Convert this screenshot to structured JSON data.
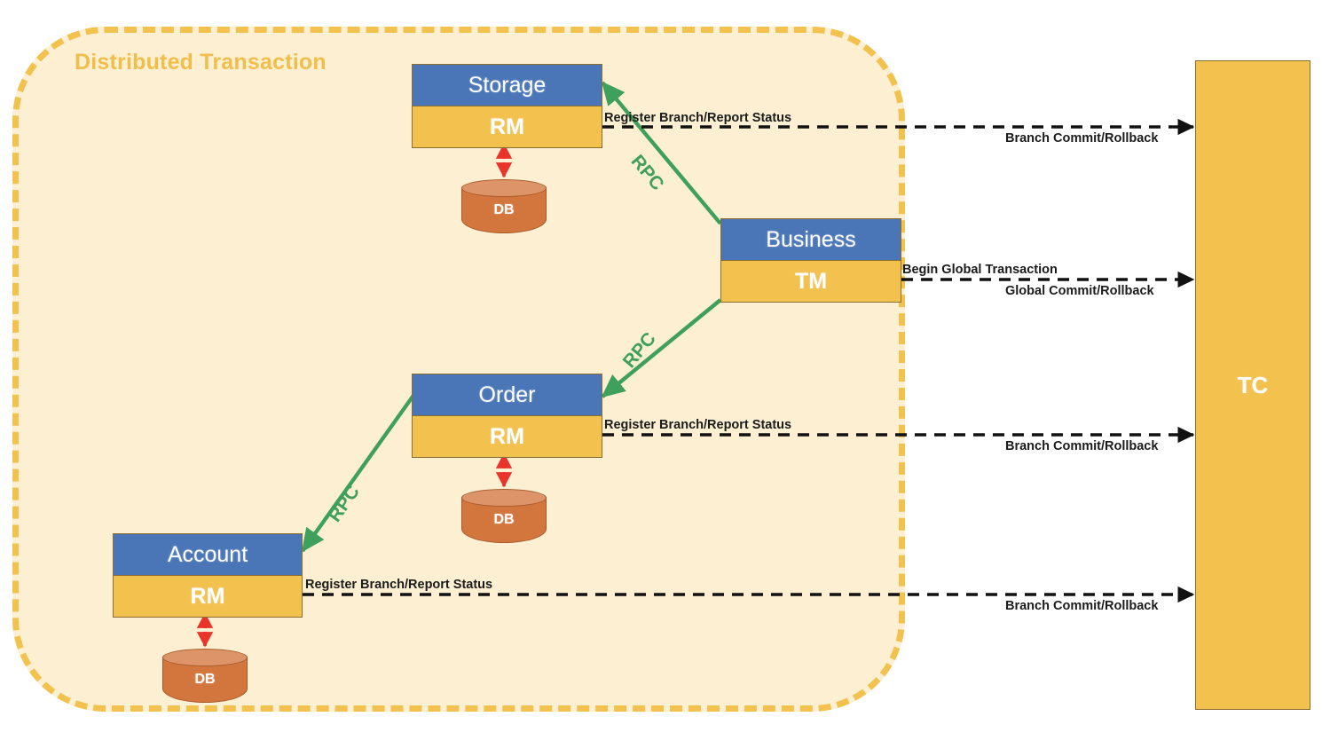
{
  "diagram": {
    "container_title": "Distributed Transaction",
    "colors": {
      "container_fill": "#FCEFD2",
      "container_border": "#F2C14E",
      "title": "#F0BE4B",
      "service_header": "#4A76B8",
      "service_body": "#F2C14E",
      "tc_fill": "#F2C14E",
      "db_fill": "#D3763E",
      "db_top": "#DC9468",
      "rpc_arrow": "#3FA05C",
      "dashed_arrow": "#111111",
      "db_arrow": "#E8342A"
    }
  },
  "services": [
    {
      "name": "Storage",
      "role": "RM",
      "db_label": "DB"
    },
    {
      "name": "Business",
      "role": "TM",
      "db_label": null
    },
    {
      "name": "Order",
      "role": "RM",
      "db_label": "DB"
    },
    {
      "name": "Account",
      "role": "RM",
      "db_label": "DB"
    }
  ],
  "coordinator": {
    "label": "TC"
  },
  "rpc_edges": [
    {
      "label": "RPC",
      "from": "Business",
      "to": "Storage"
    },
    {
      "label": "RPC",
      "from": "Business",
      "to": "Order"
    },
    {
      "label": "RPC",
      "from": "Order",
      "to": "Account"
    }
  ],
  "tc_edges": [
    {
      "service": "Storage",
      "upper_label": "Register Branch/Report Status",
      "lower_label": "Branch Commit/Rollback"
    },
    {
      "service": "Business",
      "upper_label": "Begin Global Transaction",
      "lower_label": "Global Commit/Rollback"
    },
    {
      "service": "Order",
      "upper_label": "Register Branch/Report Status",
      "lower_label": "Branch Commit/Rollback"
    },
    {
      "service": "Account",
      "upper_label": "Register Branch/Report Status",
      "lower_label": "Branch Commit/Rollback"
    }
  ]
}
